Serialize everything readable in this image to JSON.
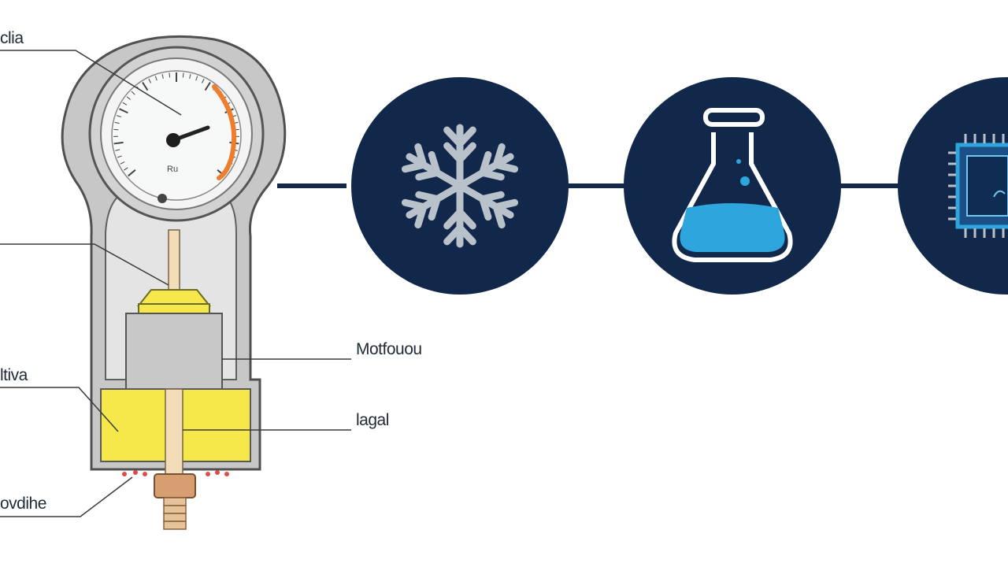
{
  "labels": {
    "gauge": "clia",
    "stem": "",
    "cap": "ltiva",
    "base": "ovdihe",
    "chamber": "Motfouou",
    "sleeve": "lagal"
  },
  "gauge_dial_text": "Ru",
  "colors": {
    "navy": "#12284a",
    "accent_blue": "#2ea6dd",
    "yellow": "#f6e84a",
    "orange_arc": "#ee7d2c",
    "icon_gray": "#b9c1ca",
    "brass": "#d79f6f"
  },
  "icons": [
    "snowflake-icon",
    "flask-icon",
    "chip-icon"
  ]
}
